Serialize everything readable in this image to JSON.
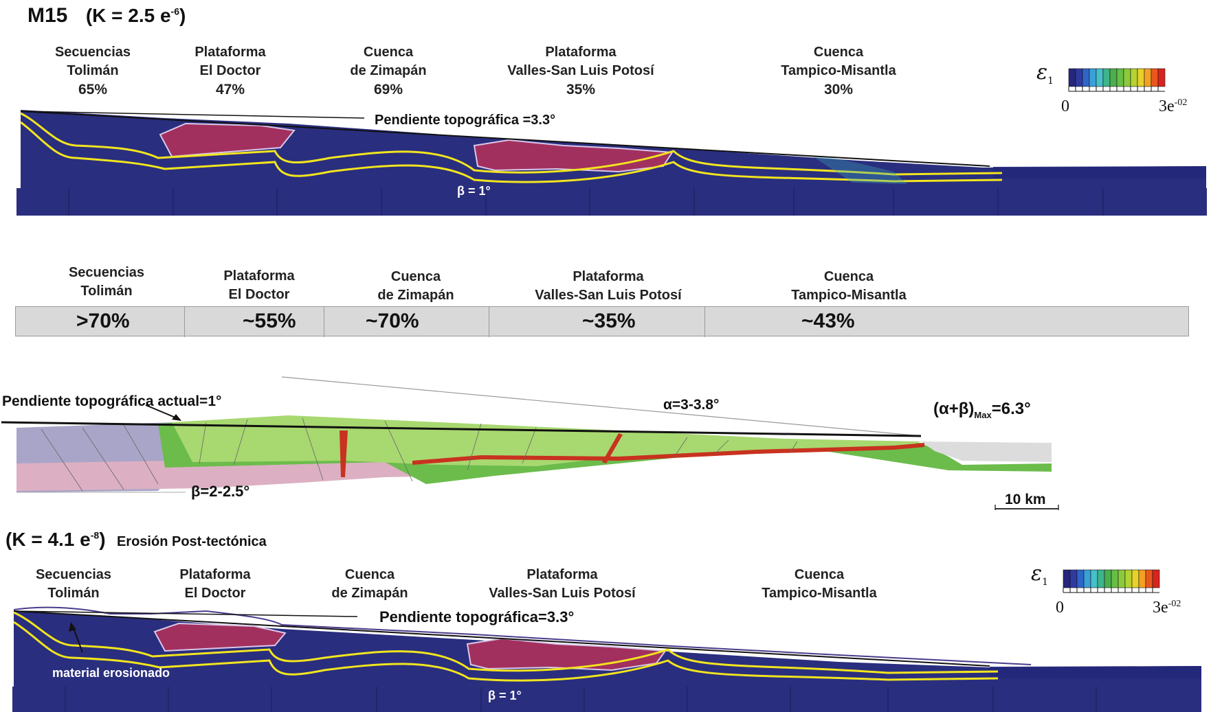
{
  "top_panel": {
    "title_model": "M15",
    "title_k": "(K = 2.5 e",
    "title_k_exp": "-6",
    "title_k_close": ")",
    "domains": [
      {
        "name_line1": "Secuencias",
        "name_line2": "Tolimán",
        "pct": "65%"
      },
      {
        "name_line1": "Plataforma",
        "name_line2": "El Doctor",
        "pct": "47%"
      },
      {
        "name_line1": "Cuenca",
        "name_line2": "de Zimapán",
        "pct": "69%"
      },
      {
        "name_line1": "Plataforma",
        "name_line2": "Valles-San Luis Potosí",
        "pct": "35%"
      },
      {
        "name_line1": "Cuenca",
        "name_line2": "Tampico-Misantla",
        "pct": "30%"
      }
    ],
    "slope_label": "Pendiente topográfica =3.3°",
    "beta_label": "β = 1°",
    "legend": {
      "symbol": "ε",
      "sub": "1",
      "min": "0",
      "max": "3e",
      "max_exp": "-02"
    }
  },
  "table": {
    "headers": [
      {
        "line1": "Secuencias",
        "line2": "Tolimán"
      },
      {
        "line1": "Plataforma",
        "line2": "El Doctor"
      },
      {
        "line1": "Cuenca",
        "line2": "de Zimapán"
      },
      {
        "line1": "Plataforma",
        "line2": "Valles-San Luis Potosí"
      },
      {
        "line1": "Cuenca",
        "line2": "Tampico-Misantla"
      }
    ],
    "values": [
      ">70%",
      "~55%",
      "~70%",
      "~35%",
      "~43%"
    ]
  },
  "section": {
    "current_slope": "Pendiente topográfica actual=1°",
    "alpha": "α=3-3.8°",
    "alpha_beta": "(α+β)",
    "alpha_beta_sub": "Max",
    "alpha_beta_val": "=6.3°",
    "beta": "β=2-2.5°",
    "scale": "10 km"
  },
  "bottom_panel": {
    "title_k": "(K = 4.1 e",
    "title_k_exp": "-8",
    "title_k_close": ")",
    "subtitle": "Erosión Post-tectónica",
    "domains": [
      {
        "name_line1": "Secuencias",
        "name_line2": "Tolimán"
      },
      {
        "name_line1": "Plataforma",
        "name_line2": "El Doctor"
      },
      {
        "name_line1": "Cuenca",
        "name_line2": "de Zimapán"
      },
      {
        "name_line1": "Plataforma",
        "name_line2": "Valles-San Luis Potosí"
      },
      {
        "name_line1": "Cuenca",
        "name_line2": "Tampico-Misantla"
      }
    ],
    "slope_label": "Pendiente topográfica=3.3°",
    "eroded_label": "material erosionado",
    "beta_label": "β = 1°",
    "legend": {
      "symbol": "ε",
      "sub": "1",
      "min": "0",
      "max": "3e",
      "max_exp": "-02"
    }
  },
  "colors": {
    "model_fill": "#2a2e7e",
    "model_dark": "#1d1f5c",
    "platform_red": "#a2305e",
    "horizon_yellow": "#f2e51e",
    "green_light": "#a8d870",
    "green_mid": "#6cbc4c",
    "lavender": "#a9a5c9",
    "pink": "#dcb0c2",
    "thrust_red": "#c8321f",
    "table_bg": "#d9d9d9"
  }
}
